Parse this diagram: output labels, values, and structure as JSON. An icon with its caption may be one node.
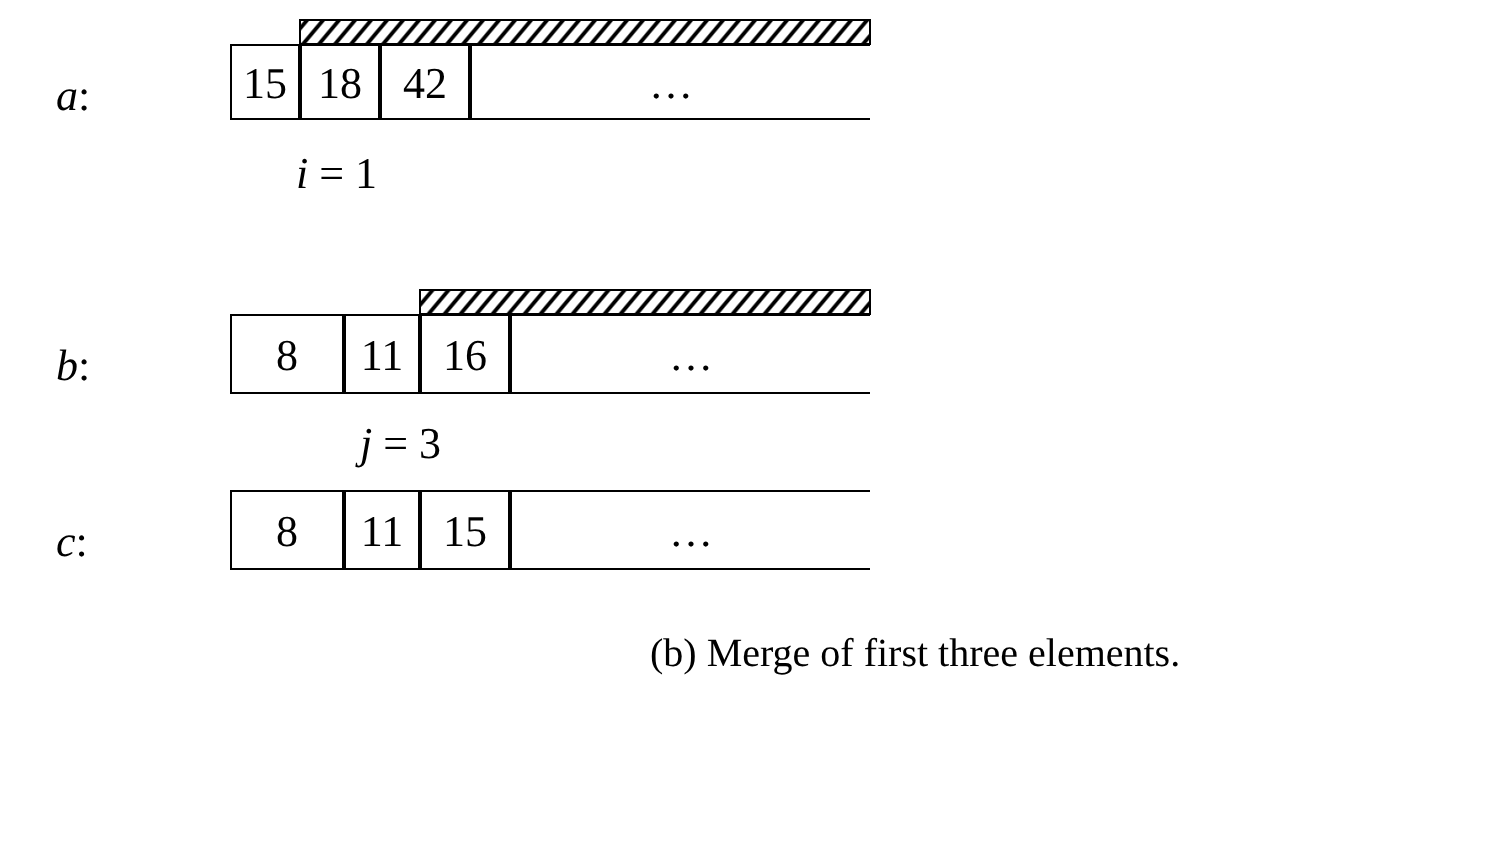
{
  "diagram": {
    "caption": "(b) Merge of first three elements.",
    "nodes": [
      {
        "text": [
          "15"
        ]
      },
      {
        "text": [
          "18"
        ]
      },
      {
        "text": [
          "42"
        ]
      },
      {
        "text": [
          "…"
        ]
      },
      {
        "text": [
          "8"
        ]
      },
      {
        "text": [
          "11"
        ]
      },
      {
        "text": [
          "16"
        ]
      },
      {
        "text": [
          "…"
        ]
      },
      {
        "text": [
          "8"
        ]
      },
      {
        "text": [
          "11"
        ]
      },
      {
        "text": [
          "15"
        ]
      },
      {
        "text": [
          "…"
        ]
      }
    ],
    "labels": [
      "*a*:",
      "*i* = 1",
      "*b*:",
      "*j* = 3",
      "*c*:"
    ]
  }
}
